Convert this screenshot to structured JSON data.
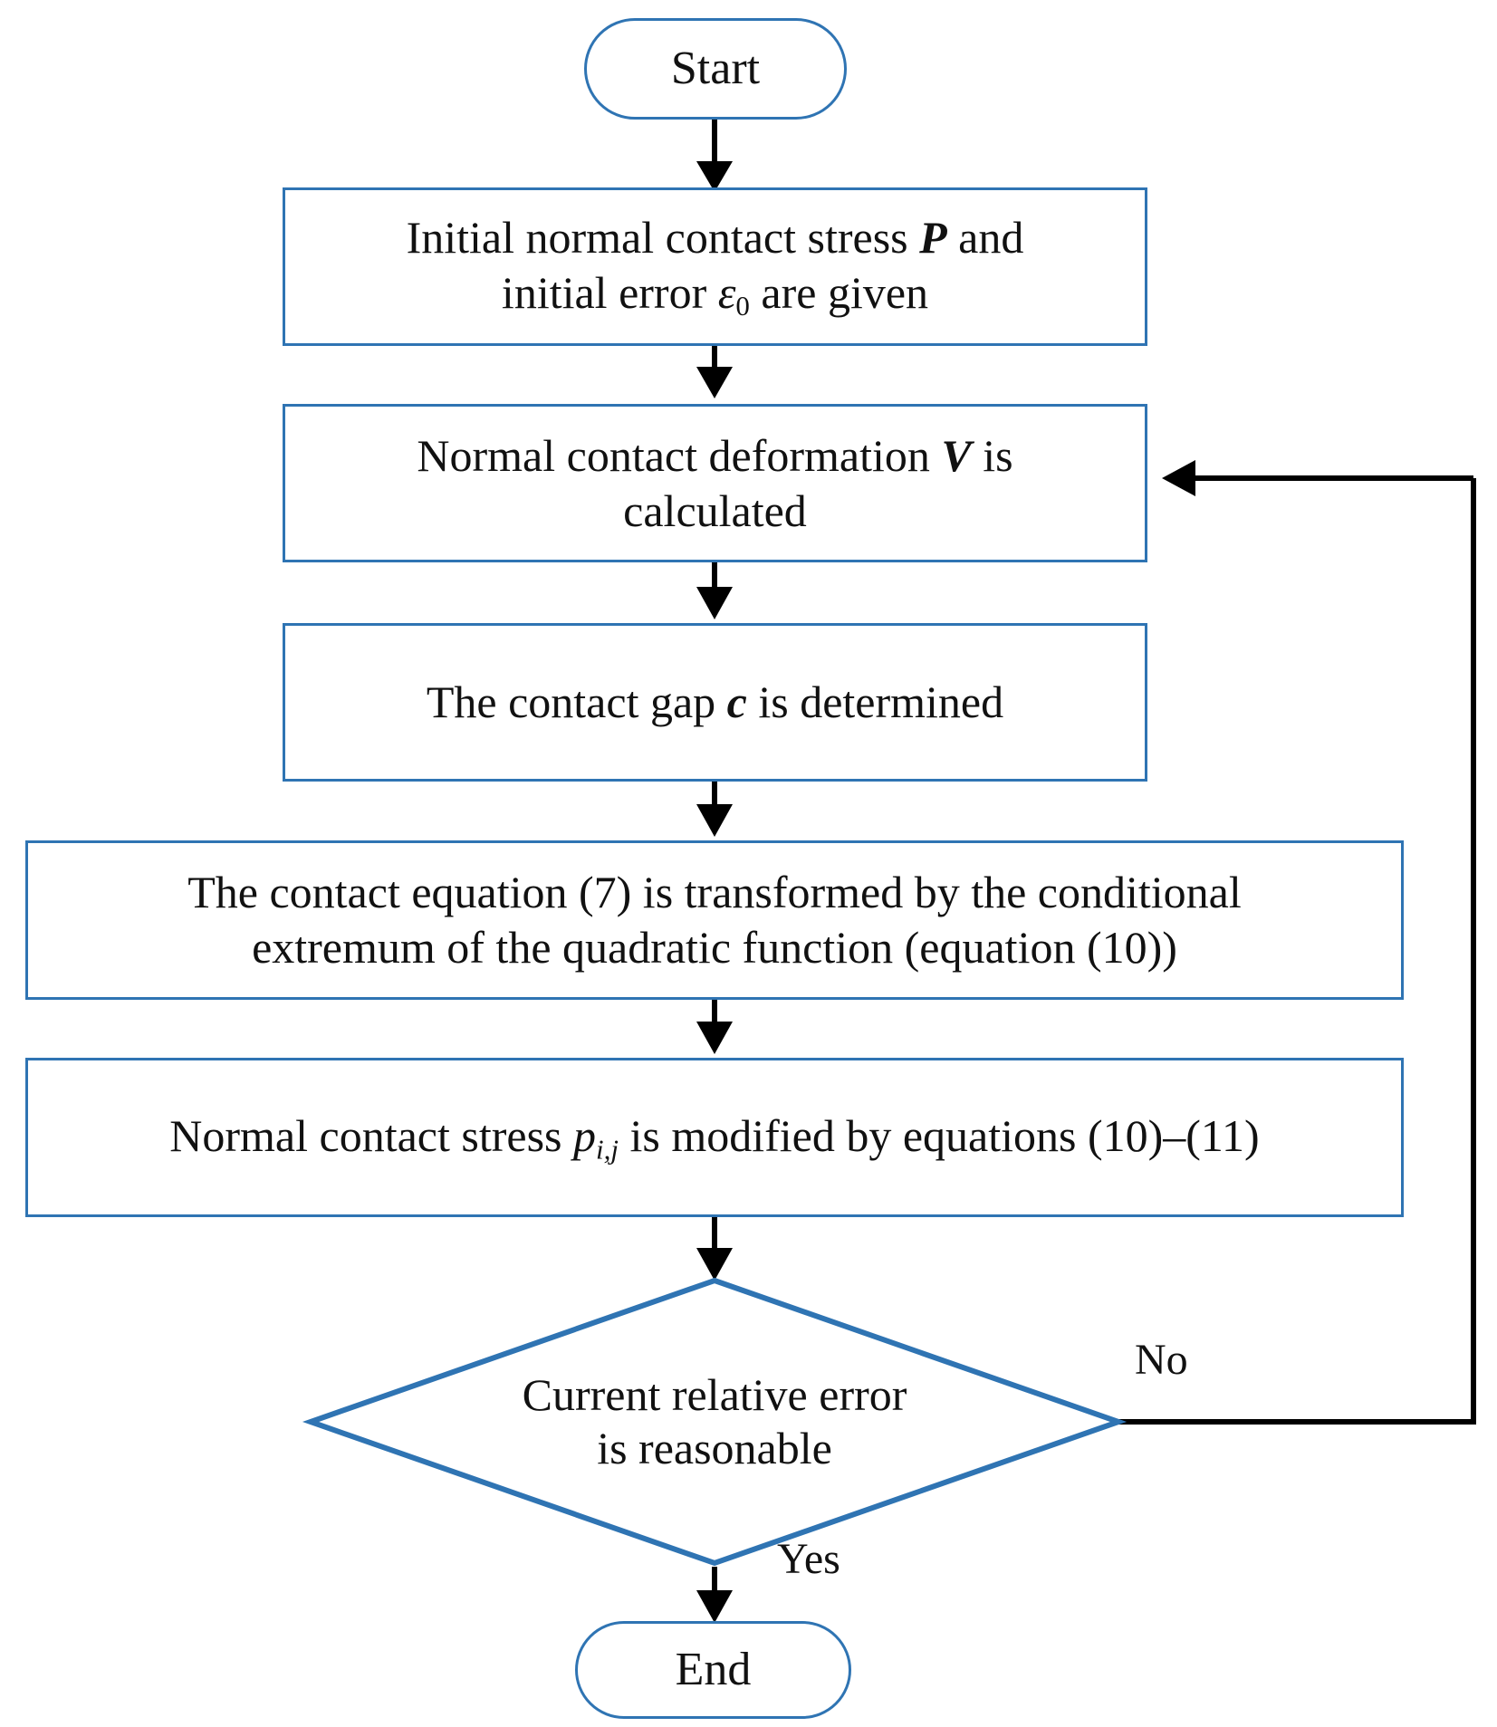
{
  "diagram": {
    "title": "Iterative solution flowchart for normal contact stress",
    "type": "flowchart",
    "accent_color": "#2f74b3",
    "line_color": "#000000",
    "background": "#ffffff"
  },
  "nodes": {
    "start": {
      "shape": "terminator",
      "label": "Start"
    },
    "step1": {
      "shape": "process",
      "line1_pre": "Initial normal contact stress ",
      "line1_sym": "P",
      "line1_post": " and",
      "line2_pre": "initial error ",
      "line2_sym": "ε",
      "line2_sub": "0",
      "line2_post": " are given",
      "plain": "Initial normal contact stress P and initial error ε0 are given"
    },
    "step2": {
      "shape": "process",
      "line1_pre": "Normal contact deformation ",
      "line1_sym": "V",
      "line1_post": " is",
      "line2": "calculated",
      "plain": "Normal contact deformation V is calculated"
    },
    "step3": {
      "shape": "process",
      "pre": "The contact gap ",
      "sym": "c",
      "post": "  is determined",
      "plain": "The contact gap c is determined"
    },
    "step4": {
      "shape": "process",
      "line1": "The contact equation (7) is transformed by the conditional",
      "line2": "extremum of the quadratic function (equation (10))",
      "plain": "The contact equation (7) is transformed by the conditional extremum of the quadratic function (equation (10))"
    },
    "step5": {
      "shape": "process",
      "pre": "Normal contact stress ",
      "sym": "p",
      "sub": "i,j",
      "post": " is modified by equations (10)–(11)",
      "plain": "Normal contact stress pi,j is modified by equations (10)-(11)"
    },
    "decision": {
      "shape": "diamond",
      "line1": "Current relative error",
      "line2": "is reasonable",
      "plain": "Current relative error is reasonable"
    },
    "end": {
      "shape": "terminator",
      "label": "End"
    }
  },
  "edges": [
    {
      "id": "start-to-step1",
      "from": "start",
      "to": "step1",
      "label": ""
    },
    {
      "id": "step1-to-step2",
      "from": "step1",
      "to": "step2",
      "label": ""
    },
    {
      "id": "step2-to-step3",
      "from": "step2",
      "to": "step3",
      "label": ""
    },
    {
      "id": "step3-to-step4",
      "from": "step3",
      "to": "step4",
      "label": ""
    },
    {
      "id": "step4-to-step5",
      "from": "step4",
      "to": "step5",
      "label": ""
    },
    {
      "id": "step5-to-decision",
      "from": "step5",
      "to": "decision",
      "label": ""
    },
    {
      "id": "decision-no-to-step2",
      "from": "decision",
      "to": "step2",
      "label": "No"
    },
    {
      "id": "decision-yes-to-end",
      "from": "decision",
      "to": "end",
      "label": "Yes"
    }
  ],
  "edge_labels": {
    "no": "No",
    "yes": "Yes"
  }
}
